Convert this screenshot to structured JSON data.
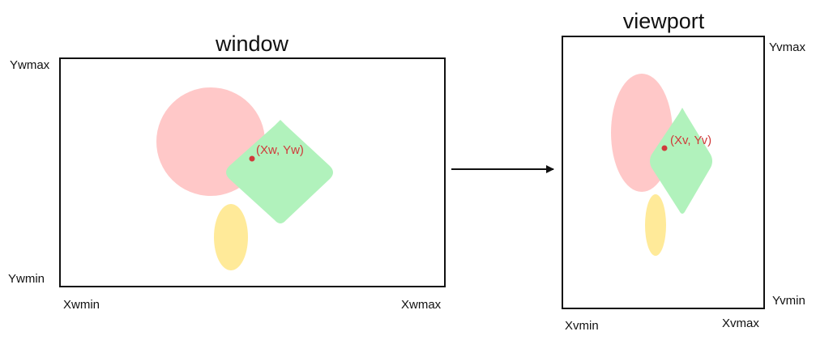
{
  "window": {
    "title": "window",
    "labels": {
      "top_left": "Ywmax",
      "bottom_left": "Ywmin",
      "bottom_left_x": "Xwmin",
      "bottom_right_x": "Xwmax"
    },
    "point_label": "(Xw, Yw)"
  },
  "viewport": {
    "title": "viewport",
    "labels": {
      "top_right": "Yvmax",
      "bottom_right": "Yvmin",
      "bottom_left_x": "Xvmin",
      "bottom_right_x": "Xvmax"
    },
    "point_label": "(Xv, Yv)"
  },
  "colors": {
    "circle": "#ffc8c8",
    "diamond": "#b1f2bc",
    "ellipse": "#ffea99",
    "point": "#d03a3a",
    "frame": "#111111"
  }
}
